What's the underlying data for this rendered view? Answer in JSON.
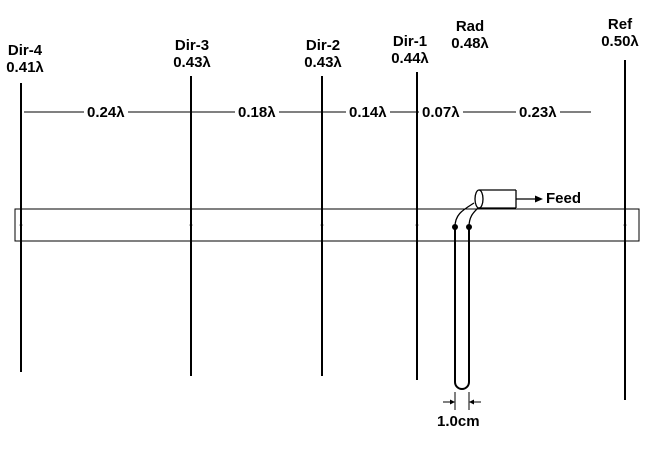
{
  "elements": [
    {
      "name": "Dir-4",
      "length": "0.41λ"
    },
    {
      "name": "Dir-3",
      "length": "0.43λ"
    },
    {
      "name": "Dir-2",
      "length": "0.43λ"
    },
    {
      "name": "Dir-1",
      "length": "0.44λ"
    },
    {
      "name": "Rad",
      "length": "0.48λ"
    },
    {
      "name": "Ref",
      "length": "0.50λ"
    }
  ],
  "spacings": [
    "0.24λ",
    "0.18λ",
    "0.14λ",
    "0.07λ",
    "0.23λ"
  ],
  "feed_label": "Feed",
  "gap_label": "1.0cm"
}
